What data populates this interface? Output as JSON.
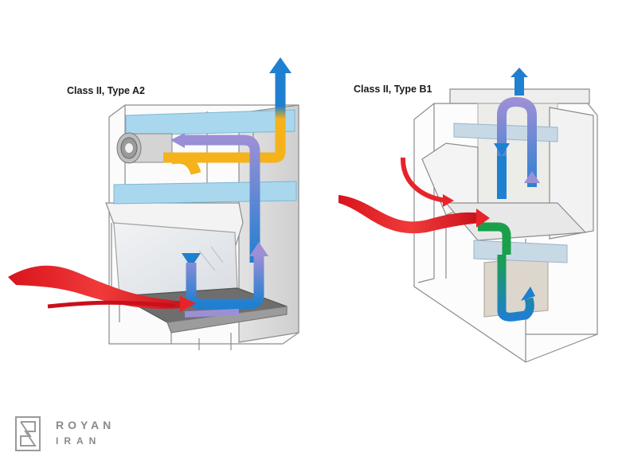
{
  "diagrams": [
    {
      "title": "Class II, Type A2"
    },
    {
      "title": "Class II, Type B1"
    }
  ],
  "logo": {
    "line1": "ROYAN",
    "line2": "IRAN"
  },
  "colors": {
    "room_air": "#e8232a",
    "filtered_air": "#1f7fd0",
    "recirculated_air": "#9b8fd6",
    "exhaust_air": "#f5b21b",
    "contaminated_air": "#1aa04a",
    "filter": "#a9d8ee",
    "frame": "#9a9a9a"
  }
}
